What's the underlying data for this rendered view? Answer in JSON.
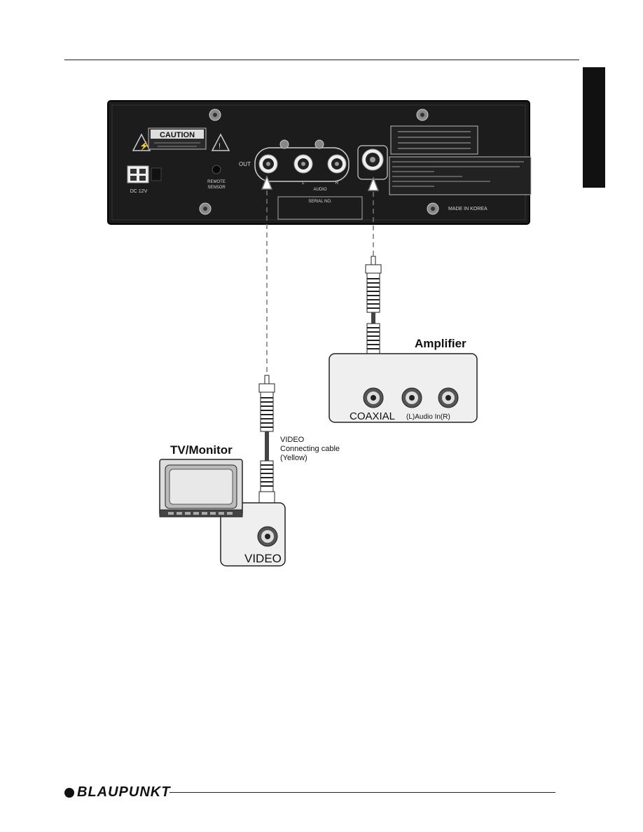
{
  "device": {
    "caution": "CAUTION",
    "out_label": "OUT",
    "remote_sensor": [
      "REMOTE",
      "SENSOR"
    ],
    "dc_label": "DC 12V",
    "audio_label": "AUDIO",
    "audio_l": "L",
    "audio_r": "R",
    "serial_label": "SERIAL NO.",
    "made_in": "MADE IN KOREA"
  },
  "amplifier": {
    "title": "Amplifier",
    "coaxial": "COAXIAL",
    "audio_in": "(L)Audio In(R)"
  },
  "tv": {
    "title": "TV/Monitor",
    "video": "VIDEO"
  },
  "cable": {
    "line1": "VIDEO",
    "line2": "Connecting cable",
    "line3": "(Yellow)"
  },
  "footer": {
    "brand": "BLAUPUNKT"
  },
  "colors": {
    "panel": "#1c1c1c",
    "box_fill": "#efefef",
    "jack_ring": "#555555"
  }
}
